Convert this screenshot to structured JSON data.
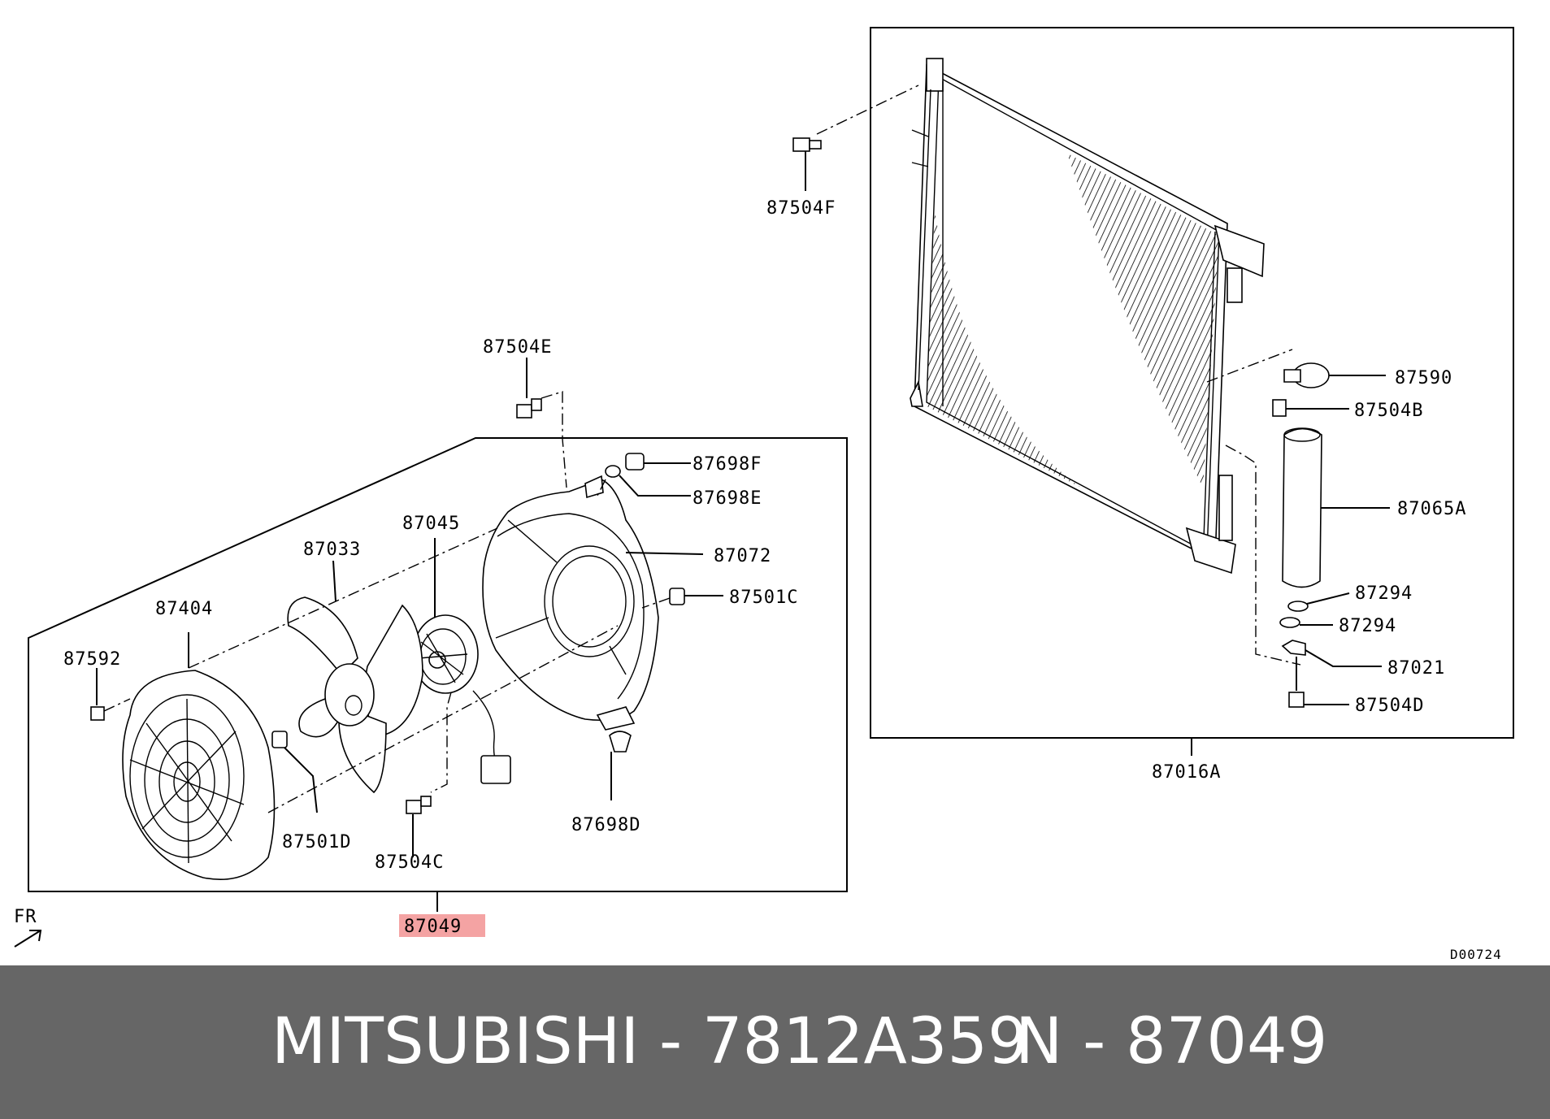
{
  "diagram": {
    "labels": {
      "l87504F": "87504F",
      "l87504E": "87504E",
      "l87698F": "87698F",
      "l87698E": "87698E",
      "l87045": "87045",
      "l87033": "87033",
      "l87072": "87072",
      "l87501C": "87501C",
      "l87404": "87404",
      "l87592": "87592",
      "l87501D": "87501D",
      "l87504C": "87504C",
      "l87698D": "87698D",
      "l87049": "87049",
      "l87590": "87590",
      "l87504B": "87504B",
      "l87065A": "87065A",
      "l87294a": "87294",
      "l87294b": "87294",
      "l87021": "87021",
      "l87504D": "87504D",
      "l87016A": "87016A"
    },
    "fr_marker": "FR",
    "diagram_code": "D00724",
    "highlight_color": "#f4a3a3"
  },
  "footer": {
    "brand_part": "MITSUBISHI - 7812A359",
    "ref": "N - 87049",
    "background": "#666666"
  }
}
